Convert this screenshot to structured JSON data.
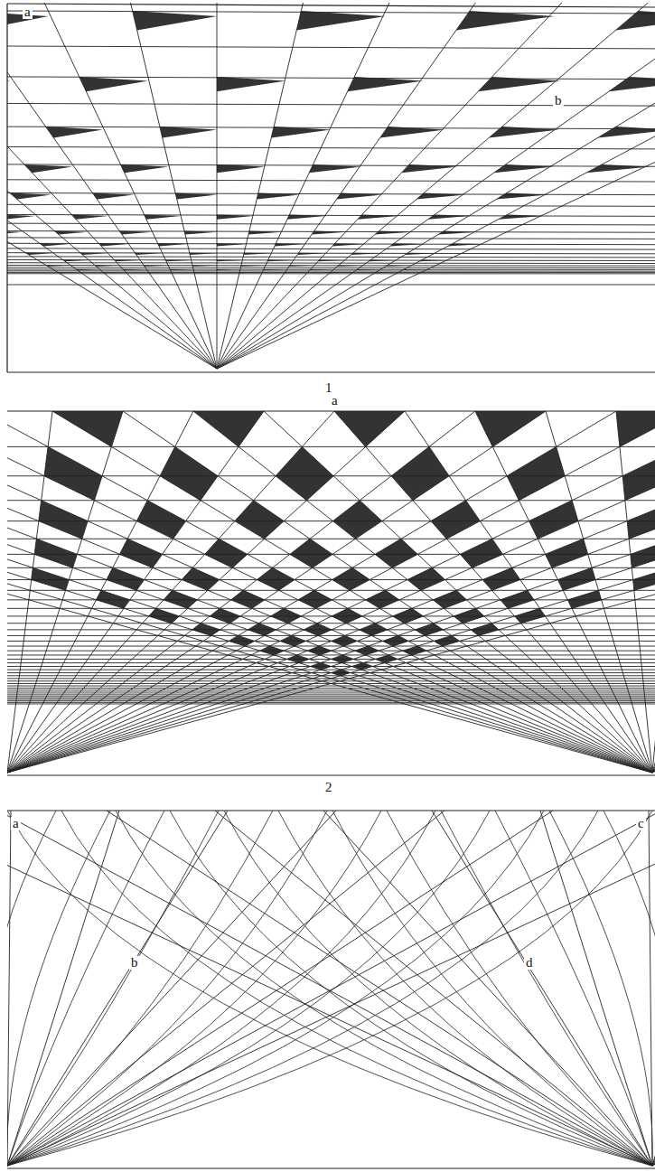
{
  "diagram": {
    "labels": [
      "a",
      "b",
      "1",
      "a",
      "2",
      "a",
      "c",
      "b",
      "d"
    ]
  }
}
